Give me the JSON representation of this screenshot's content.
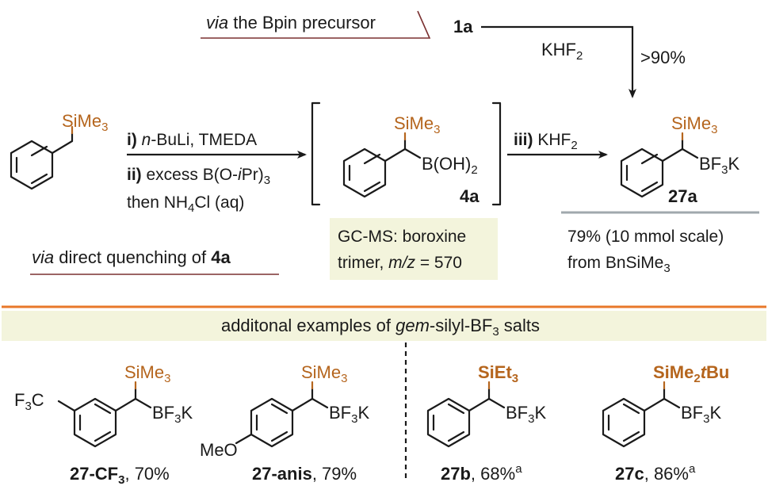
{
  "route_top": {
    "label_italic": "via",
    "label_rest": " the Bpin precursor"
  },
  "route_bottom": {
    "label_italic": "via",
    "label_rest": " direct quenching of ",
    "label_bold": "4a"
  },
  "compound_1a": "1a",
  "step_top": {
    "reagent": "KHF",
    "reagent_sub": "2",
    "yield": ">90%"
  },
  "start_material": {
    "silyl": "SiMe",
    "silyl_sub": "3"
  },
  "step1": {
    "i_label": "i)",
    "i_italic": "n",
    "i_rest": "-BuLi, TMEDA",
    "ii_label": "ii)",
    "ii_text": " excess B(O-",
    "ii_italic": "i",
    "ii_rest": "Pr)",
    "ii_sub": "3",
    "then_text": "then NH",
    "then_sub": "4",
    "then_rest": "Cl (aq)"
  },
  "intermediate": {
    "silyl": "SiMe",
    "silyl_sub": "3",
    "boron": "B(OH)",
    "boron_sub": "2",
    "id": "4a"
  },
  "gcms": {
    "line1": "GC-MS: boroxine",
    "line2_a": "trimer, ",
    "line2_italic": "m/z",
    "line2_b": " = 570"
  },
  "step3": {
    "label": "iii)",
    "reagent": " KHF",
    "reagent_sub": "2"
  },
  "product": {
    "silyl": "SiMe",
    "silyl_sub": "3",
    "bf": "BF",
    "bf_sub": "3",
    "bf_k": "K",
    "id": "27a"
  },
  "product_yield": {
    "line1": "79% (10 mmol scale)",
    "line2": "from BnSiMe",
    "line2_sub": "3"
  },
  "examples_header": {
    "a": "additonal examples of ",
    "italic": "gem",
    "b": "-silyl-BF",
    "sub": "3",
    "c": " salts"
  },
  "examples": [
    {
      "id": "27-CF",
      "id_sub": "3",
      "yield": ", 70%",
      "silyl": "SiMe",
      "silyl_sub": "3",
      "substituent": "F",
      "substituent_sub": "3",
      "substituent_rest": "C"
    },
    {
      "id": "27-anis",
      "yield": ", 79%",
      "silyl": "SiMe",
      "silyl_sub": "3",
      "substituent": "MeO"
    },
    {
      "id": "27b",
      "yield": ", 68%",
      "sup": "a",
      "silyl": "SiEt",
      "silyl_sub": "3"
    },
    {
      "id": "27c",
      "yield": ", 86%",
      "sup": "a",
      "silyl": "SiMe",
      "silyl_sub": "2",
      "silyl_italic": "t",
      "silyl_rest": "Bu"
    }
  ],
  "colors": {
    "silicon": "#b5651d",
    "route_line": "#7a3030",
    "divider": "#e8782a",
    "box_fill": "#f3f4dc",
    "underline_gray": "#a0a8ad"
  }
}
